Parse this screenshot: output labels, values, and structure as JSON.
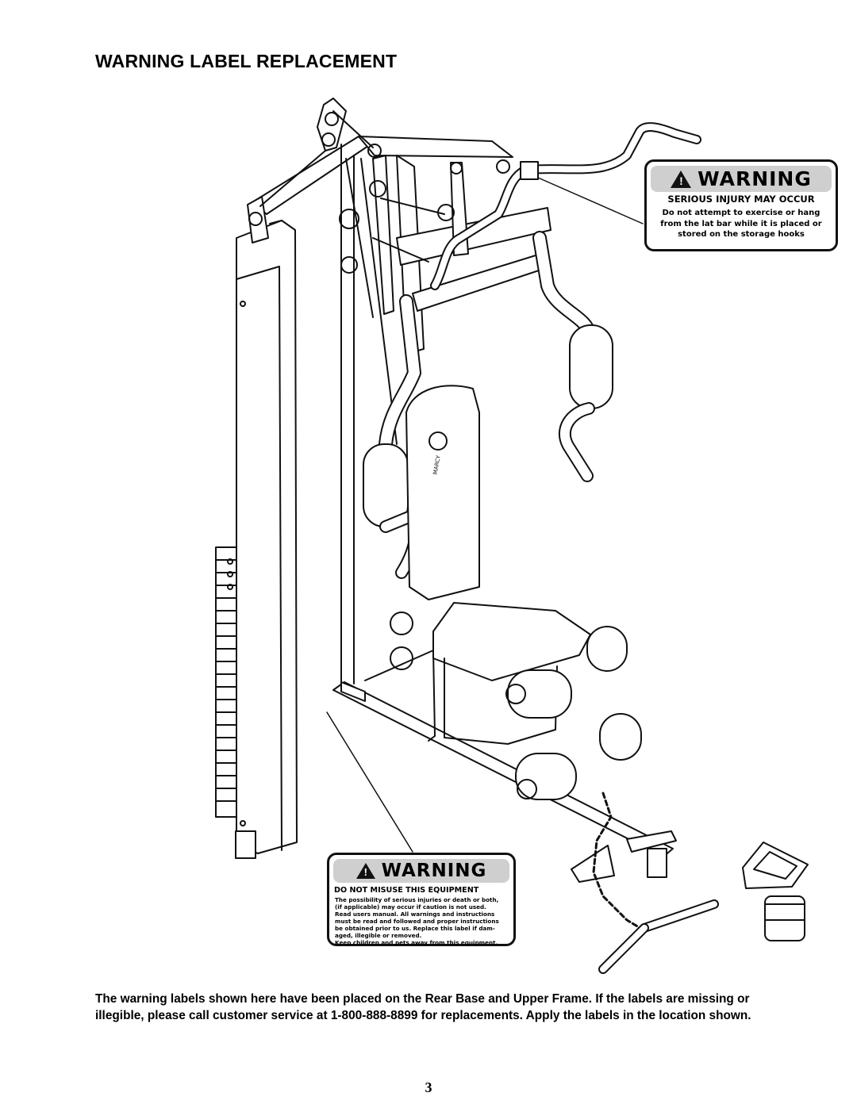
{
  "page": {
    "title": "WARNING LABEL REPLACEMENT",
    "page_number": "3",
    "instructions": "The warning labels shown here have been placed on the Rear Base and Upper Frame.  If the labels are missing or illegible, please call customer service at 1-800-888-8899 for replacements.  Apply the labels in the location shown."
  },
  "labels": {
    "upper": {
      "banner": "WARNING",
      "heading": "SERIOUS INJURY MAY OCCUR",
      "lines": [
        "Do not attempt to exercise or hang",
        "from the lat bar while it is placed or",
        "stored on the storage hooks"
      ]
    },
    "lower": {
      "banner": "WARNING",
      "heading": "DO NOT MISUSE THIS EQUIPMENT",
      "lines": [
        "The possibility of serious injuries or death or both,",
        "(if applicable) may occur if caution is not used.",
        "Read users manual. All warnings and instructions",
        "must be read and followed and proper instructions",
        "be obtained prior to us. Replace this label if dam-",
        "aged, illegible or removed.",
        "Keep children and pets away from this equipment."
      ]
    }
  },
  "illustration": {
    "logo_text": "MARCY"
  }
}
